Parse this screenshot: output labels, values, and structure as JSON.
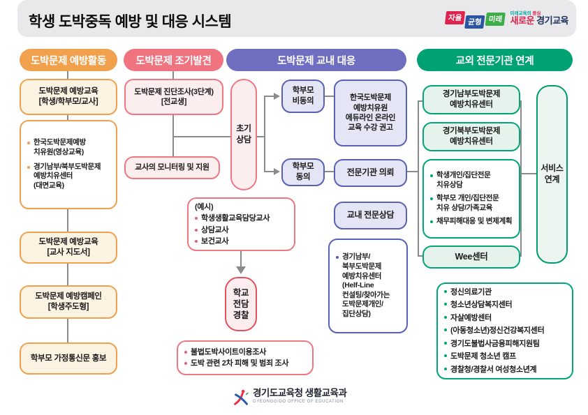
{
  "title": "학생 도박중독 예방 및 대응 시스템",
  "logo": {
    "badge1": "자율",
    "badge2": "균형",
    "badge3": "미래",
    "tagline_a": "미래교육의",
    "tagline_b": " 중심",
    "brand_a": "새로운",
    "brand_b": " 경기교육"
  },
  "colors": {
    "prevention": "#F1A14E",
    "early_detection": "#EF7480",
    "in_school": "#6F6EC0",
    "external_link": "#00A173",
    "connector": "#8a8a8a"
  },
  "col1": {
    "header": "도박문제 예방활동",
    "box1": "도박문제 예방교육\n[학생/학부모/교사]",
    "edu_bullets": [
      "한국도박문제예방\n치유원(영상교육)",
      "경기남부/북부도박문제\n예방치유센터\n(대면교육)"
    ],
    "box3": "도박문제 예방교육\n[교사 지도서]",
    "box4": "도박문제 예방캠페인\n[학생주도형]",
    "box5": "학부모 가정통신문 홍보"
  },
  "col2": {
    "header": "도박문제 조기발견",
    "survey": "도박문제 진단조사(3단계)\n[전교생]",
    "monitoring": "교사의 모니터링 및 지원",
    "initial_counsel": "초기\n상담",
    "example_title": "(예시)",
    "example_bullets": [
      "학생생활교육담당교사",
      "상담교사",
      "보건교사"
    ],
    "police": "학교\n전담\n경찰",
    "police_bullets": [
      "불법도박사이트이용조사",
      "도박 관련 2차 피해 및 범죄 조사"
    ]
  },
  "col3": {
    "header": "도박문제 교내 대응",
    "nonconsent": "학부모\n비동의",
    "online_edu": "한국도박문제\n예방치유원\n에듀라인 온라인\n교육 수강 권고",
    "consent": "학부모\n동의",
    "referral": "전문기관 의뢰",
    "school_counsel": "교내 전문상담",
    "counsel_bullets": [
      "경기남부/\n북부도박문제\n예방치유센터\n(Helf-Line\n컨설팅/찾아가는\n도박문제개인/\n집단상담)"
    ]
  },
  "col4": {
    "header": "교외 전문기관 연계",
    "south_center": "경기남부도박문제\n예방치유센터",
    "north_center": "경기북부도박문제\n예방치유센터",
    "service_bullets": [
      "학생개인/집단전문\n치유상담",
      "학부모 개인/집단전문\n치유 상담/가족교육",
      "채무피해대응 및 변제계획"
    ],
    "wee": "Wee센터",
    "service_link": "서비스\n연계",
    "external_bullets": [
      "정신의료기관",
      "청소년상담복지센터",
      "자살예방센터",
      "(아동청소년)정신건강복지센터",
      "경기도불법사금융피해지원팀",
      "도박문제 청소년 캠프",
      "경찰청/경찰서 여성청소년계"
    ]
  },
  "footer": {
    "org": "경기도교육청 생활교육과",
    "org_en": "GYEONGGIDO OFFICE OF EDUCATION"
  }
}
